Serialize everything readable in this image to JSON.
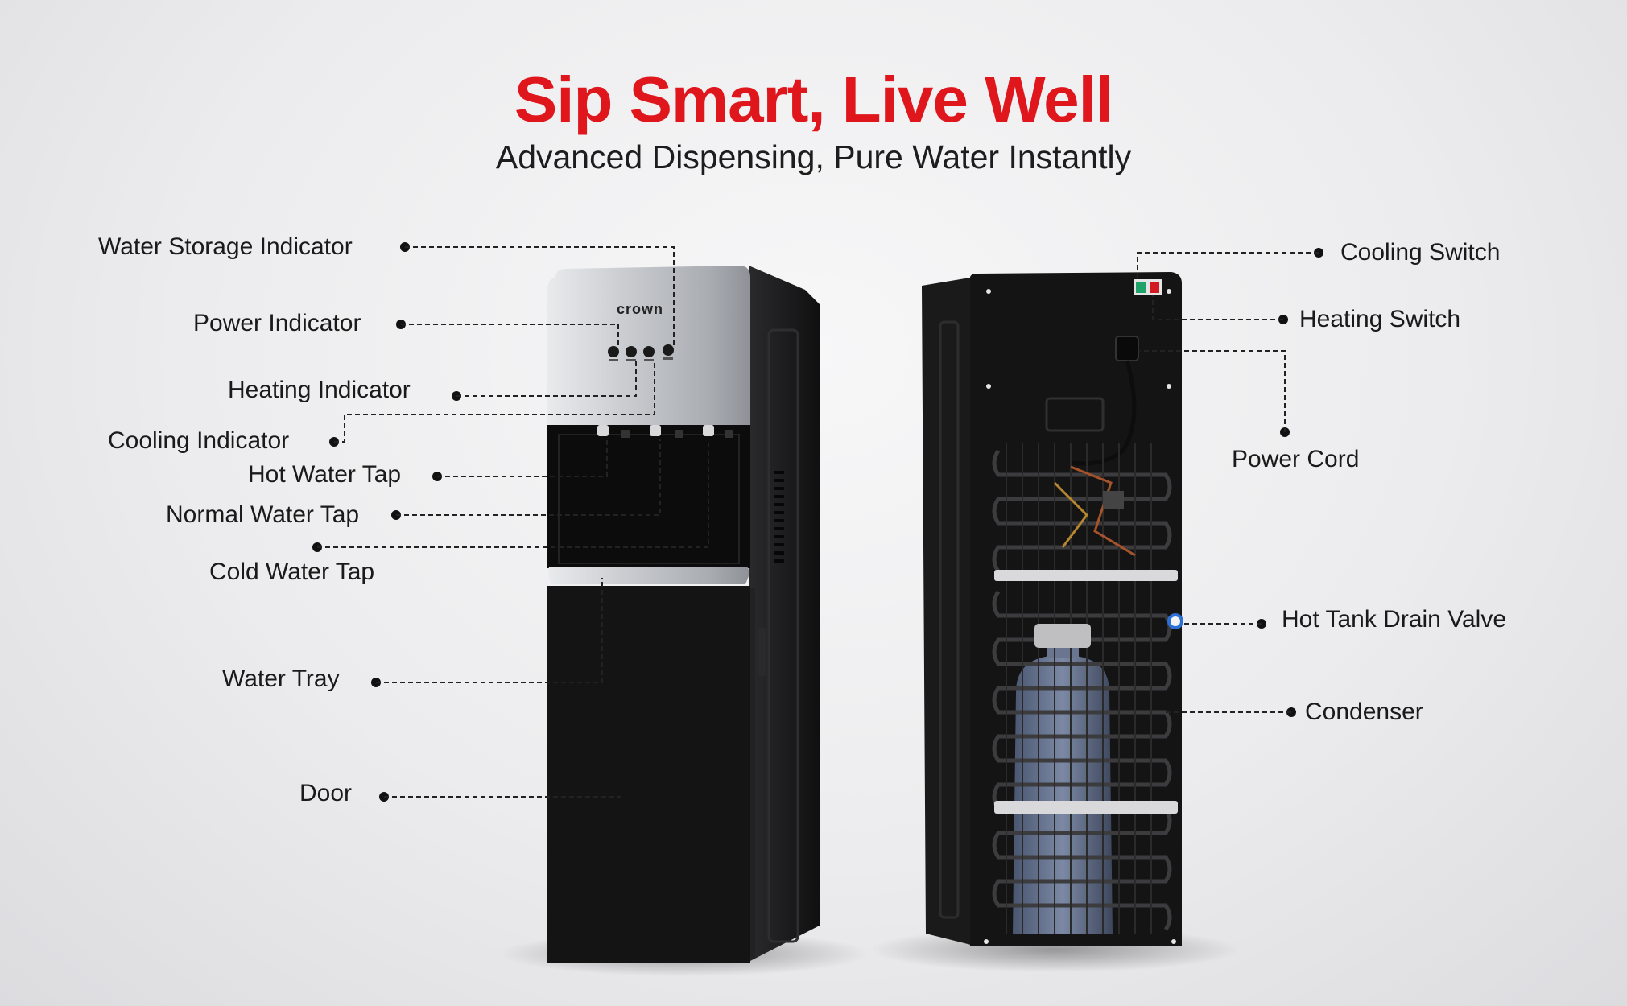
{
  "header": {
    "title": "Sip Smart, Live Well",
    "subtitle": "Advanced Dispensing, Pure Water Instantly"
  },
  "brand": {
    "logo_text": "crown"
  },
  "labels": {
    "water_storage_indicator": "Water Storage Indicator",
    "power_indicator": "Power Indicator",
    "heating_indicator": "Heating Indicator",
    "cooling_indicator": "Cooling Indicator",
    "hot_water_tap": "Hot Water Tap",
    "normal_water_tap": "Normal Water Tap",
    "cold_water_tap": "Cold Water Tap",
    "water_tray": "Water Tray",
    "door": "Door",
    "cooling_switch": "Cooling Switch",
    "heating_switch": "Heating Switch",
    "power_cord": "Power Cord",
    "hot_tank_drain_valve": "Hot Tank Drain Valve",
    "condenser": "Condenser"
  },
  "colors": {
    "title": "#e0161d",
    "text": "#1a1a1a",
    "body": "#141414",
    "panel": "#b9bcc0"
  }
}
